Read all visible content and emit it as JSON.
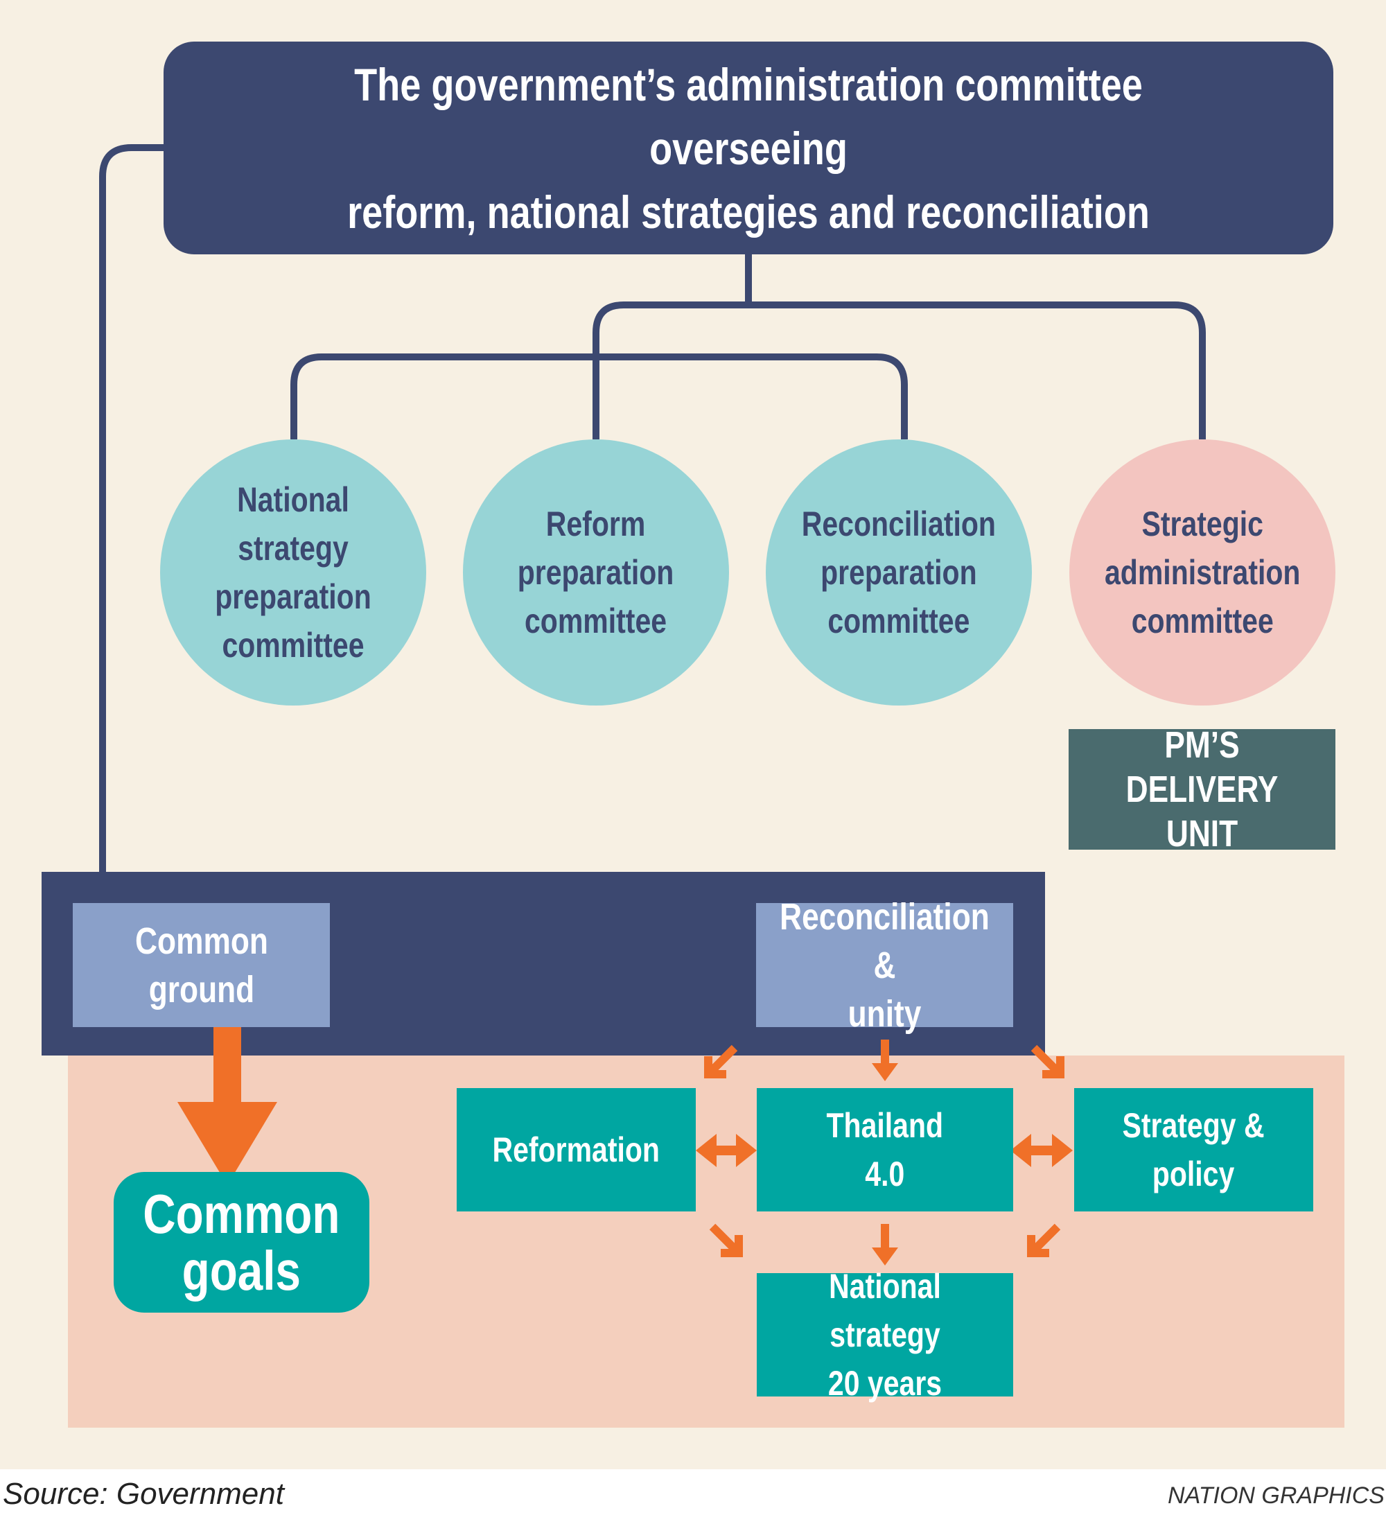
{
  "top_committee": "The government’s administration committee overseeing\nreform, national strategies and reconciliation",
  "committees": [
    {
      "label": "National strategy\npreparation\ncommittee",
      "color": "#97d4d6"
    },
    {
      "label": "Reform\npreparation\ncommittee",
      "color": "#97d4d6"
    },
    {
      "label": "Reconciliation\npreparation\ncommittee",
      "color": "#97d4d6"
    },
    {
      "label": "Strategic\nadministration\ncommittee",
      "color": "#f3c5c0"
    }
  ],
  "pm_delivery_unit": "PM’S DELIVERY\nUNIT",
  "common_ground": "Common\nground",
  "reconciliation_unity": "Reconciliation &\nunity",
  "common_goals": "Common\ngoals",
  "hub": {
    "reformation": "Reformation",
    "thailand_40": "Thailand\n4.0",
    "strategy_policy": "Strategy &\npolicy",
    "national_strategy": "National strategy\n20 years"
  },
  "source": "Source: Government",
  "credit": "NATION GRAPHICS",
  "colors": {
    "navy": "#3c4870",
    "teal": "#00a6a1",
    "light_teal": "#97d4d6",
    "pink": "#f3c5c0",
    "arrow_orange": "#f07028",
    "background": "#f7f0e3"
  }
}
